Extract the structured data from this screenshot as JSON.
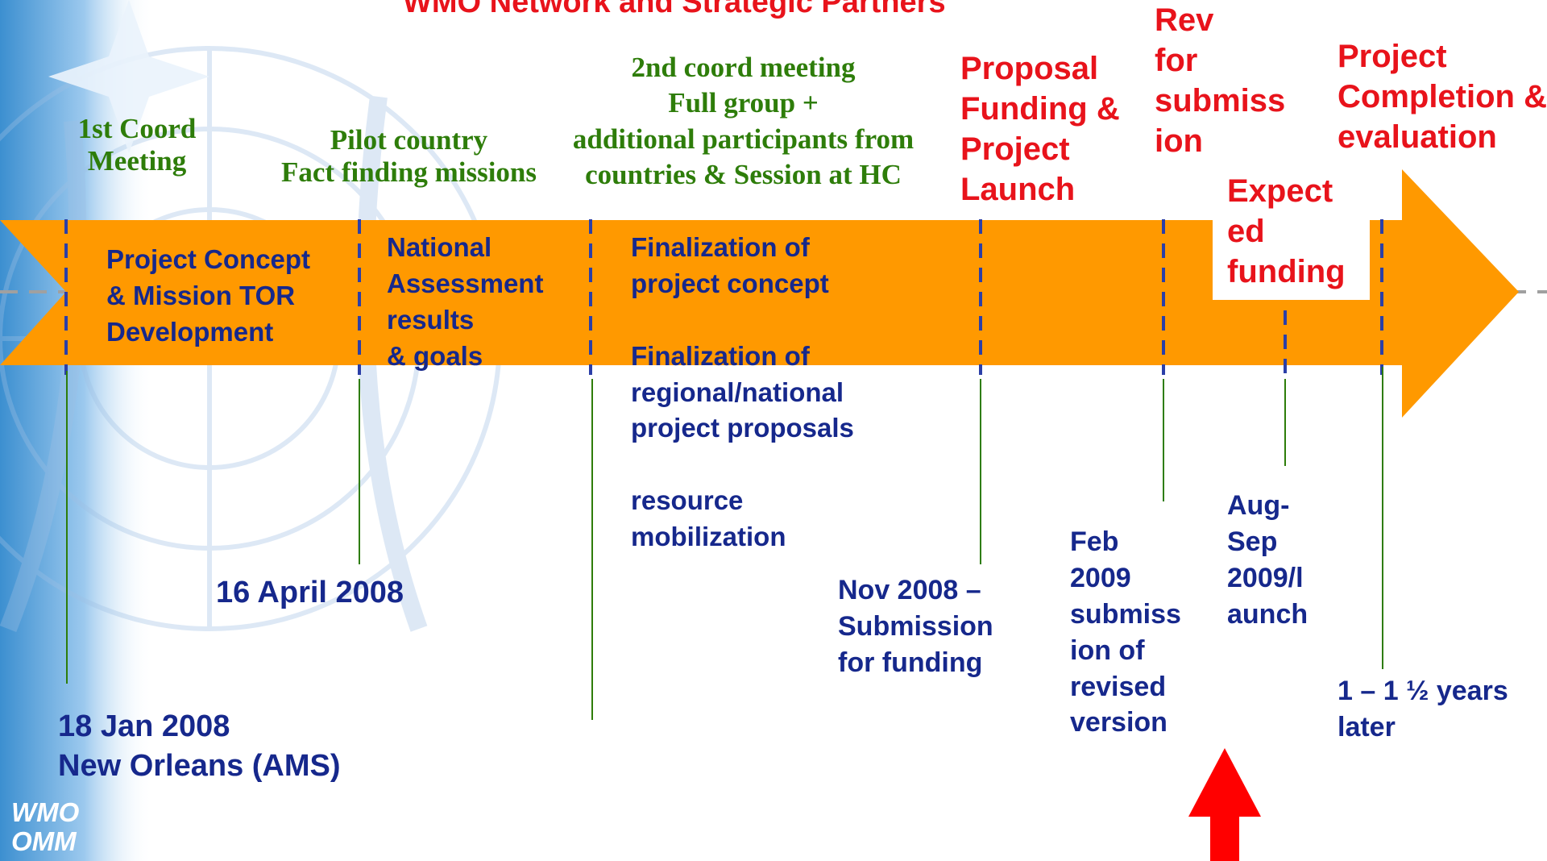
{
  "header": {
    "title": "WMO Network and Strategic Partners"
  },
  "stages_above": [
    {
      "id": "first-coord",
      "text": "1st Coord\nMeeting"
    },
    {
      "id": "pilot",
      "text": "Pilot country\nFact finding missions"
    },
    {
      "id": "second-coord",
      "text": "2nd coord meeting\nFull group +\nadditional participants from\ncountries & Session at HC"
    }
  ],
  "red_labels": [
    {
      "id": "proposal",
      "text": "Proposal\nFunding &\nProject\nLaunch"
    },
    {
      "id": "rev",
      "text": "Rev\nfor\nsubmiss\nion"
    },
    {
      "id": "expected",
      "text": "Expect\ned\nfunding"
    },
    {
      "id": "completion",
      "text": "Project\nCompletion &\nevaluation"
    }
  ],
  "arrow_labels": [
    {
      "id": "concept",
      "text": "Project Concept\n& Mission TOR\nDevelopment"
    },
    {
      "id": "national",
      "text": "National\nAssessment\nresults\n& goals"
    },
    {
      "id": "finalization",
      "text": "Finalization of\nproject concept\n\nFinalization of\nregional/national\nproject proposals\n\nresource\nmobilization"
    }
  ],
  "dates": [
    {
      "id": "jan",
      "text": "18 Jan 2008\nNew Orleans (AMS)"
    },
    {
      "id": "april",
      "text": "16 April 2008"
    },
    {
      "id": "nov",
      "text": "Nov 2008 –\nSubmission\nfor funding"
    },
    {
      "id": "feb",
      "text": "Feb\n2009\nsubmiss\nion of\nrevised\nversion"
    },
    {
      "id": "aug",
      "text": "Aug-\nSep\n2009/l\naunch"
    },
    {
      "id": "later",
      "text": "1 – 1 ½ years\nlater"
    }
  ],
  "logo": {
    "line1": "WMO",
    "line2": "OMM"
  },
  "colors": {
    "arrow": "#ff9900",
    "red_text": "#e8131b",
    "navy_text": "#16288c",
    "green_text": "#2e7d0a",
    "connector": "#2e7d0a",
    "marker": "#2b3fa8",
    "highlight_arrow": "#ff0000"
  }
}
